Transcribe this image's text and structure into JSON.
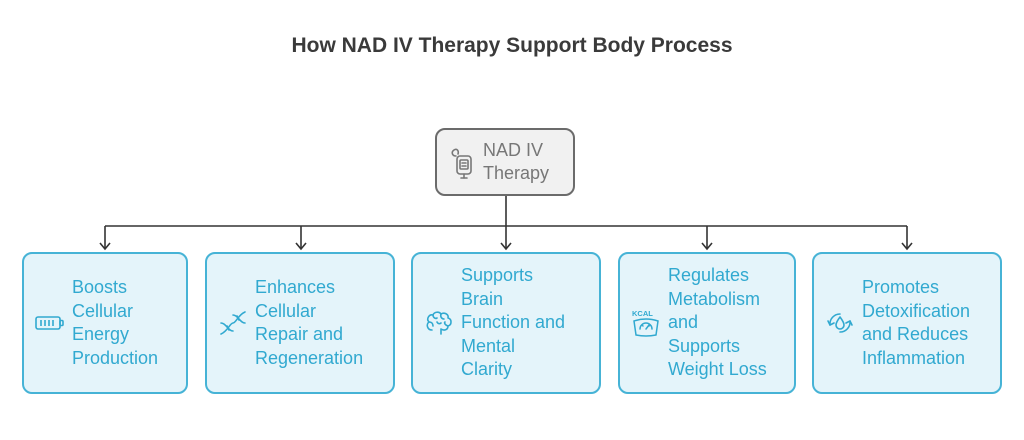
{
  "title": "How NAD IV Therapy Support Body Process",
  "root": {
    "line1": "NAD IV",
    "line2": "Therapy",
    "icon": "iv-bag-icon"
  },
  "cards": [
    {
      "lines": [
        "Boosts",
        "Cellular",
        "Energy",
        "Production"
      ],
      "icon": "battery-icon"
    },
    {
      "lines": [
        "Enhances",
        "Cellular",
        "Repair and",
        "Regeneration"
      ],
      "icon": "dna-icon"
    },
    {
      "lines": [
        "Supports",
        "Brain",
        "Function and",
        "Mental",
        "Clarity"
      ],
      "icon": "brain-icon"
    },
    {
      "lines": [
        "Regulates",
        "Metabolism",
        "and",
        "Supports",
        "Weight Loss"
      ],
      "icon": "kcal-scale-icon",
      "icon_text": "KCAL"
    },
    {
      "lines": [
        "Promotes",
        "Detoxification",
        "and Reduces",
        "Inflammation"
      ],
      "icon": "detox-cycle-icon"
    }
  ],
  "colors": {
    "accent": "#31a9d0",
    "border": "#46b3d6",
    "fill": "#e4f4fa",
    "root_border": "#6b6b6b",
    "root_fill": "#f1f1f1"
  }
}
